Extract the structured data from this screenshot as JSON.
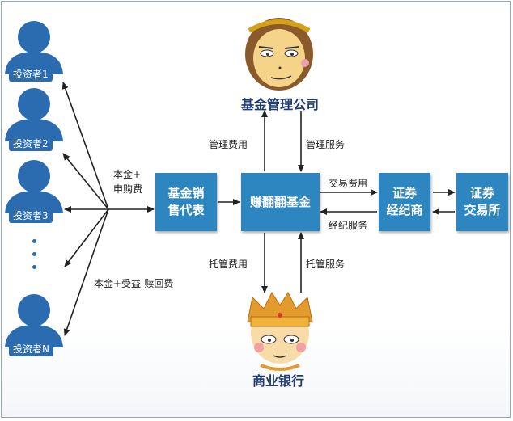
{
  "investors": [
    "投资者1",
    "投资者2",
    "投资者3",
    "投资者N"
  ],
  "boxes": {
    "sales_agent": [
      "基金销",
      "售代表"
    ],
    "fund": "赚翻翻基金",
    "broker": [
      "证券",
      "经纪商"
    ],
    "exchange": [
      "证券",
      "交易所"
    ]
  },
  "entities": {
    "management_company": "基金管理公司",
    "bank": "商业银行"
  },
  "flows": {
    "principal_subscription": [
      "本金+",
      "申购费"
    ],
    "redemption": "本金+受益-赎回费",
    "management_fee": "管理费用",
    "management_service": "管理服务",
    "trading_fee": "交易费用",
    "brokerage_service": "经纪服务",
    "custody_fee": "托管费用",
    "custody_service": "托管服务"
  },
  "colors": {
    "box": "#2e86c1",
    "investor": "#2b6cb0",
    "arrow": "#222222",
    "text_title": "#1f3d73"
  }
}
